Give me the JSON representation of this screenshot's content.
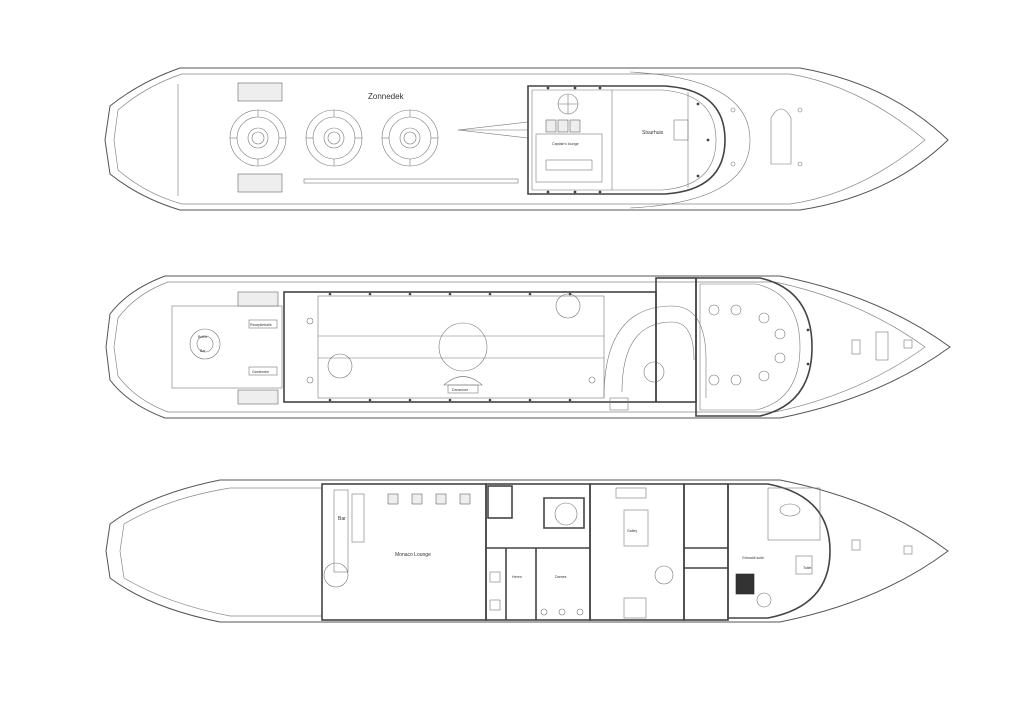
{
  "decks": {
    "sun": {
      "zonnedek": "Zonnedek",
      "captains_lounge": "Captain's lounge",
      "stuurhuis": "Stuurhuis"
    },
    "main": {
      "buffet": "Buffet",
      "bar": "Bar",
      "receptie": "Receptiebalie",
      "garderobe": "Garderobe",
      "dansvloer": "Dansvloer"
    },
    "lower": {
      "bar": "Bar",
      "monaco": "Monaco Lounge",
      "heren": "Heren",
      "dames": "Dames",
      "galley": "Galley",
      "grimaldi": "Grimaldi suite",
      "toilet": "Toilet"
    }
  },
  "colors": {
    "line": "#555555",
    "wall": "#444444",
    "background": "#ffffff"
  }
}
